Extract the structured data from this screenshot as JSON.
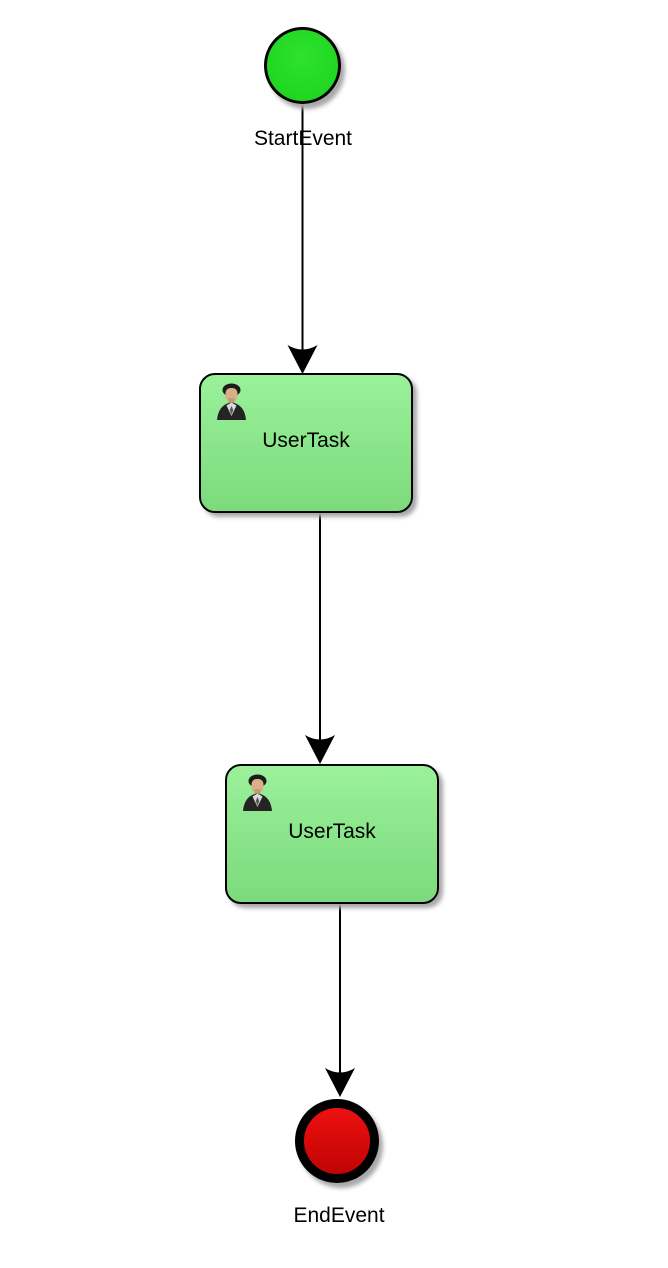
{
  "colors": {
    "canvas-bg": "#ffffff",
    "node-stroke": "#000000",
    "start-fill-top": "#2ee22e",
    "start-fill-bottom": "#1bd21b",
    "task-fill-top": "#9af19a",
    "task-fill-bottom": "#7cda7c",
    "end-fill-top": "#ee1111",
    "end-fill-bottom": "#c00303",
    "edge-color": "#000000",
    "label-color": "#000000",
    "shadow-color": "#a8a8a8"
  },
  "diagram": {
    "type": "bpmn-process",
    "nodes": [
      {
        "id": "start",
        "kind": "start-event",
        "shape": "circle",
        "label": "StartEvent"
      },
      {
        "id": "task1",
        "kind": "user-task",
        "shape": "rounded-rect",
        "label": "UserTask",
        "icon": "user-icon"
      },
      {
        "id": "task2",
        "kind": "user-task",
        "shape": "rounded-rect",
        "label": "UserTask",
        "icon": "user-icon"
      },
      {
        "id": "end",
        "kind": "end-event",
        "shape": "thick-circle",
        "label": "EndEvent"
      }
    ],
    "edges": [
      {
        "from": "start",
        "to": "task1",
        "style": "solid-arrow"
      },
      {
        "from": "task1",
        "to": "task2",
        "style": "solid-arrow"
      },
      {
        "from": "task2",
        "to": "end",
        "style": "solid-arrow"
      }
    ]
  }
}
